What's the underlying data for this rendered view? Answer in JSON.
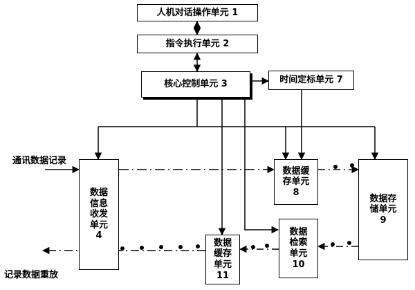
{
  "units": {
    "u1": "人机对话操作单元 1",
    "u2": "指令执行单元 2",
    "u3": "核心控制单元 3",
    "u4": "数据\n信息\n收发\n单元\n4",
    "u7": "时间定标单元 7",
    "u8": "数据缓\n存单元\n8",
    "u9": "数据存\n储单元\n9",
    "u10": "数据\n检索\n单元\n10",
    "u11": "数据\n缓存\n单元\n11"
  },
  "labels": {
    "input": "通讯数据记录",
    "output": "记录数据重放"
  }
}
